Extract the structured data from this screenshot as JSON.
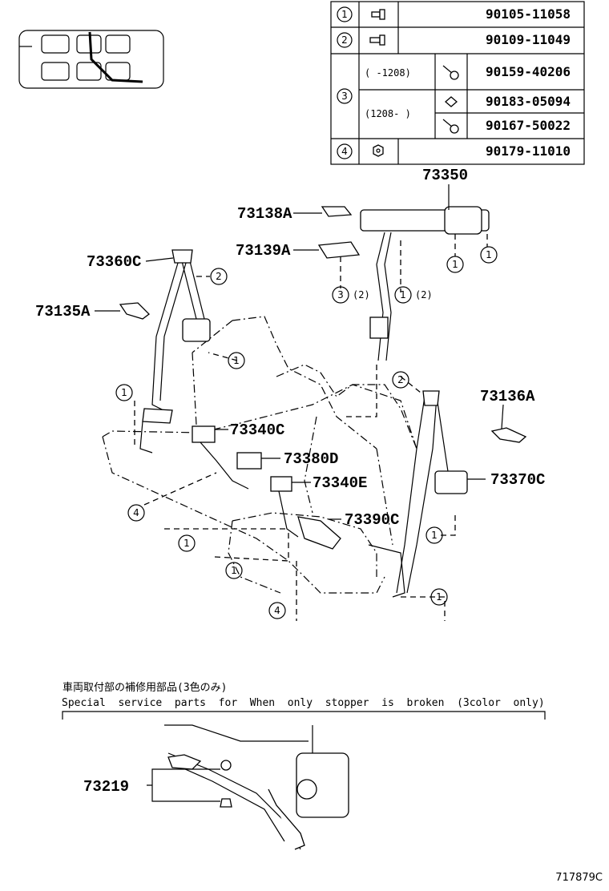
{
  "fastener_table": {
    "rows": [
      {
        "circle": "1",
        "icon": "bolt-icon",
        "parts": [
          "90105-11058"
        ]
      },
      {
        "circle": "2",
        "icon": "bolt-icon",
        "parts": [
          "90109-11049"
        ]
      },
      {
        "circle": "3",
        "date_ranges": [
          "(   -1208)",
          "(1208-    )"
        ],
        "icons": [
          "screw-icon",
          "clip-nut-icon",
          "screw-icon"
        ],
        "parts": [
          "90159-40206",
          "90183-05094",
          "90167-50022"
        ]
      },
      {
        "circle": "4",
        "icon": "nut-icon",
        "parts": [
          "90179-11010"
        ]
      }
    ]
  },
  "labels": {
    "p73350": "73350",
    "p73138A": "73138A",
    "p73139A": "73139A",
    "p73360C": "73360C",
    "p73135A": "73135A",
    "p73136A": "73136A",
    "p73340C": "73340C",
    "p73380D": "73380D",
    "p73340E": "73340E",
    "p73370C": "73370C",
    "p73390C": "73390C",
    "p73219": "73219"
  },
  "callouts": {
    "c1": "1",
    "c2": "2",
    "c3_2": "3",
    "c3_2_qty": "(2)",
    "c1_2": "1",
    "c1_2_qty": "(2)",
    "c4": "4"
  },
  "note": {
    "japanese": "車両取付部の補修用部品(3色のみ)",
    "english": "Special  service  parts  for  When  only  stopper  is  broken  (3color  only)"
  },
  "diagram_ref": "717879C"
}
